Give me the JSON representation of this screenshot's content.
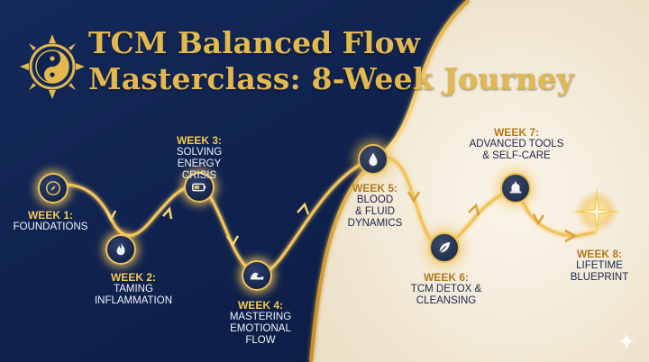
{
  "title": {
    "line1": "TCM Balanced Flow",
    "line2": "Masterclass: 8-Week Journey"
  },
  "colors": {
    "navy": "#0f2350",
    "cream": "#f3ead8",
    "gold": "#e2b84f"
  },
  "weeks": [
    {
      "week": "WEEK 1:",
      "lines": [
        "FOUNDATIONS"
      ],
      "icon": "compass-icon"
    },
    {
      "week": "WEEK 2:",
      "lines": [
        "TAMING",
        "INFLAMMATION"
      ],
      "icon": "flame-icon"
    },
    {
      "week": "WEEK 3:",
      "lines": [
        "SOLVING",
        "ENERGY",
        "CRISIS"
      ],
      "icon": "battery-icon"
    },
    {
      "week": "WEEK 4:",
      "lines": [
        "MASTERING",
        "EMOTIONAL",
        "FLOW"
      ],
      "icon": "wave-icon"
    },
    {
      "week": "WEEK 5:",
      "lines": [
        "BLOOD",
        "& FLUID",
        "DYNAMICS"
      ],
      "icon": "droplet-icon"
    },
    {
      "week": "WEEK 6:",
      "lines": [
        "TCM DETOX &",
        "CLEANSING"
      ],
      "icon": "leaf-icon"
    },
    {
      "week": "WEEK 7:",
      "lines": [
        "ADVANCED TOOLS",
        "& SELF-CARE"
      ],
      "icon": "cupping-icon"
    },
    {
      "week": "WEEK 8:",
      "lines": [
        "LIFETIME",
        "BLUEPRINT"
      ],
      "icon": "star-burst-icon"
    }
  ]
}
